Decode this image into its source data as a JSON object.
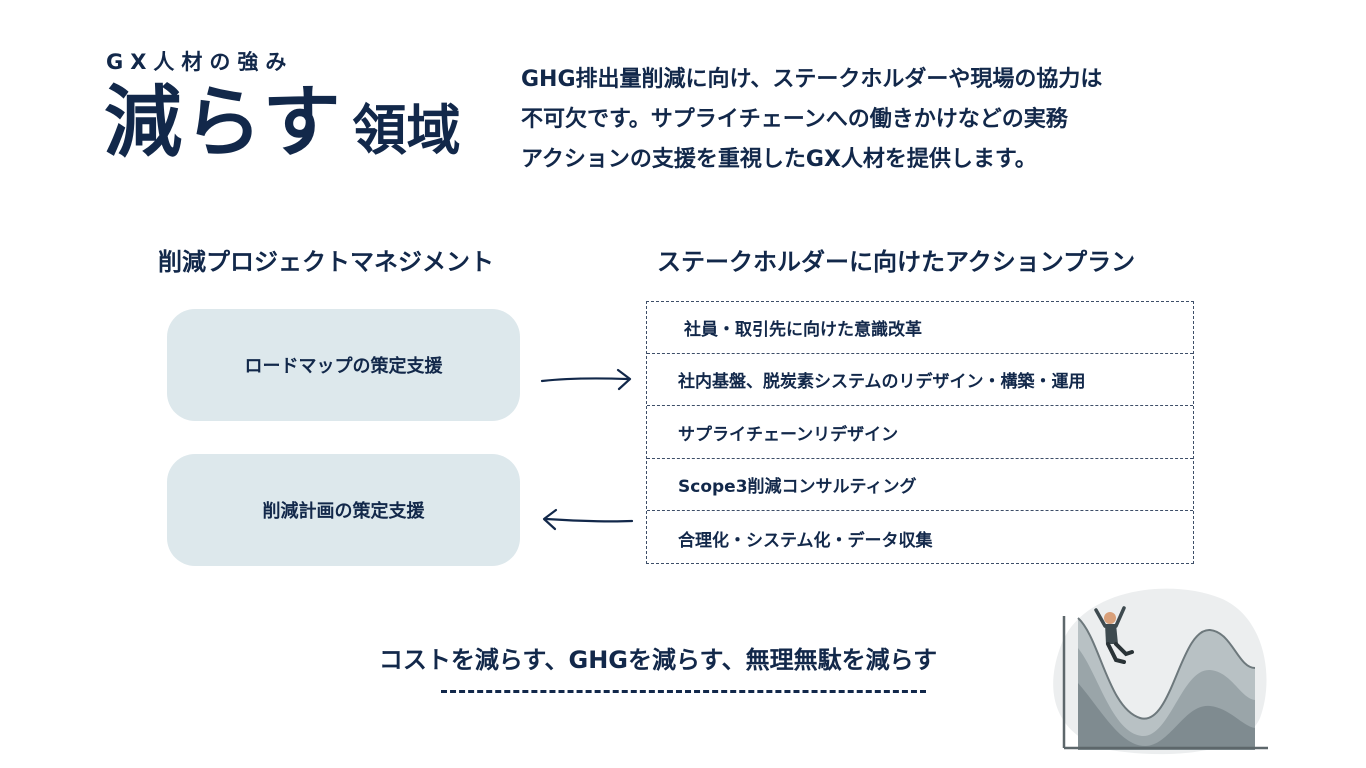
{
  "header": {
    "eyebrow": "GX人材の強み",
    "title_big": "減らす",
    "title_small": "領域",
    "intro_lines": [
      "GHG排出量削減に向け、ステークホルダーや現場の協力は",
      "不可欠です。サプライチェーンへの働きかけなどの実務",
      "アクションの支援を重視したGX人材を提供します。"
    ]
  },
  "left_column": {
    "heading": "削減プロジェクトマネジメント",
    "items": [
      "ロードマップの策定支援",
      "削減計画の策定支援"
    ]
  },
  "right_column": {
    "heading": "ステークホルダーに向けたアクションプラン",
    "items": [
      "社員・取引先に向けた意識改革",
      "社内基盤、脱炭素システムのリデザイン・構築・運用",
      "サプライチェーンリデザイン",
      "Scope3削減コンサルティング",
      "合理化・システム化・データ収集"
    ]
  },
  "footer": {
    "tagline": "コストを減らす、GHGを減らす、無理無駄を減らす"
  },
  "colors": {
    "navy": "#12284a",
    "pill_bg": "#dde8ec",
    "border": "#3d4e68",
    "illustration_gray": "#8f9ba0"
  },
  "icons": {
    "arrow_right": "arrow-right-icon",
    "arrow_left": "arrow-left-icon",
    "illustration": "person-on-wave-chart-illustration"
  }
}
